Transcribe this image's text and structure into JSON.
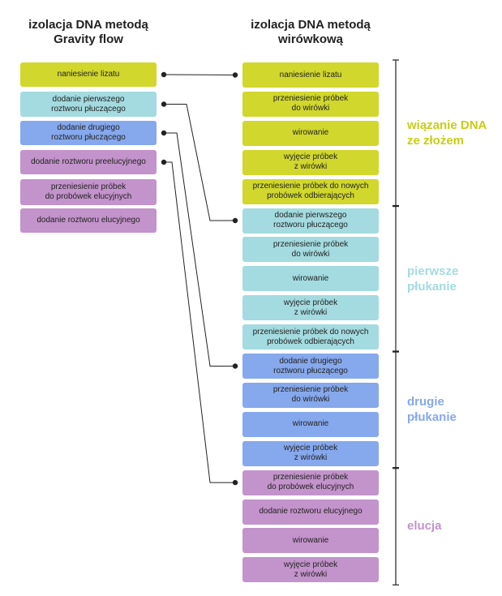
{
  "headings": {
    "left": "izolacja DNA metodą\nGravity flow",
    "right": "izolacja DNA metodą\nwirówkową"
  },
  "colors": {
    "yellow": "#d1d72c",
    "cyan": "#a3dbe0",
    "blue": "#86a8ec",
    "purple": "#c393cb",
    "label_yellow": "#c8cd16",
    "label_cyan": "#a3dbe0",
    "label_blue": "#86a8ec",
    "label_purple": "#c393cb",
    "line": "#222222"
  },
  "left_steps": [
    {
      "text": "naniesienie lizatu",
      "color": "yellow"
    },
    {
      "text": "dodanie pierwszego\nroztworu płuczącego",
      "color": "cyan"
    },
    {
      "text": "dodanie drugiego\nroztworu płuczącego",
      "color": "blue"
    },
    {
      "text": "dodanie roztworu preelucyjnego",
      "color": "purple"
    },
    {
      "text": "przeniesienie próbek\ndo probówek elucyjnych",
      "color": "purple"
    },
    {
      "text": "dodanie roztworu elucyjnego",
      "color": "purple"
    }
  ],
  "right_steps": [
    {
      "text": "naniesienie lizatu",
      "color": "yellow"
    },
    {
      "text": "przeniesienie próbek\ndo wirówki",
      "color": "yellow"
    },
    {
      "text": "wirowanie",
      "color": "yellow"
    },
    {
      "text": "wyjęcie próbek\nz wirówki",
      "color": "yellow"
    },
    {
      "text": "przeniesienie próbek do nowych\nprobówek odbierających",
      "color": "yellow"
    },
    {
      "text": "dodanie pierwszego\nroztworu płuczącego",
      "color": "cyan"
    },
    {
      "text": "przeniesienie próbek\ndo wirówki",
      "color": "cyan"
    },
    {
      "text": "wirowanie",
      "color": "cyan"
    },
    {
      "text": "wyjęcie próbek\nz wirówki",
      "color": "cyan"
    },
    {
      "text": "przeniesienie próbek do nowych\nprobówek odbierających",
      "color": "cyan"
    },
    {
      "text": "dodanie drugiego\nroztworu płuczącego",
      "color": "blue"
    },
    {
      "text": "przeniesienie próbek\ndo wirówki",
      "color": "blue"
    },
    {
      "text": "wirowanie",
      "color": "blue"
    },
    {
      "text": "wyjęcie próbek\nz wirówki",
      "color": "blue"
    },
    {
      "text": "przeniesienie próbek\ndo probówek elucyjnych",
      "color": "purple"
    },
    {
      "text": "dodanie roztworu elucyjnego",
      "color": "purple"
    },
    {
      "text": "wirowanie",
      "color": "purple"
    },
    {
      "text": "wyjęcie próbek\nz wirówki",
      "color": "purple"
    }
  ],
  "sections": [
    {
      "label": "wiązanie DNA\nze złożem",
      "color": "label_yellow",
      "from": 0,
      "to": 4
    },
    {
      "label": "pierwsze\npłukanie",
      "color": "label_cyan",
      "from": 5,
      "to": 9
    },
    {
      "label": "drugie\npłukanie",
      "color": "label_blue",
      "from": 10,
      "to": 13
    },
    {
      "label": "elucja",
      "color": "label_purple",
      "from": 14,
      "to": 17
    }
  ],
  "links": [
    {
      "from": 0,
      "to": 0
    },
    {
      "from": 1,
      "to": 5
    },
    {
      "from": 2,
      "to": 10
    },
    {
      "from": 3,
      "to": 14
    }
  ]
}
